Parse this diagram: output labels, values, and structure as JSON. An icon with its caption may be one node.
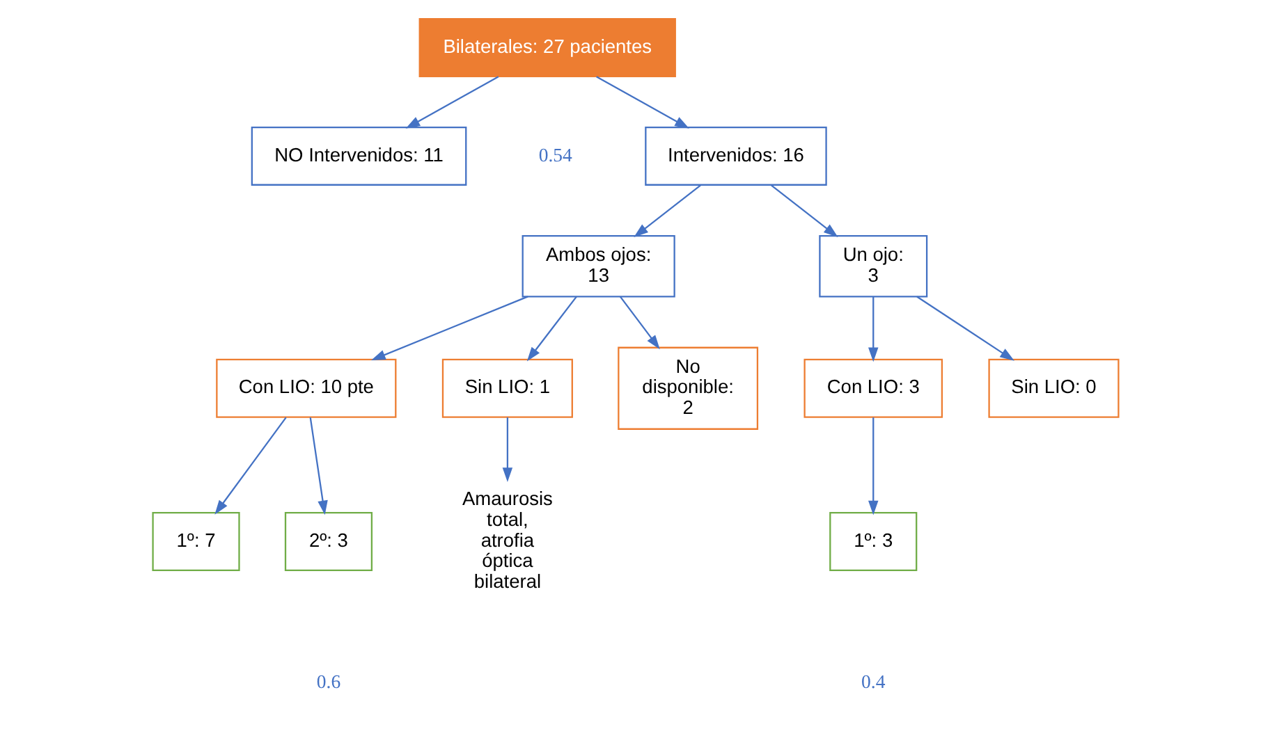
{
  "diagram": {
    "nodes": [
      {
        "text": [
          "Bilaterales: 27 pacientes"
        ]
      },
      {
        "text": [
          "Intervenidos: 16"
        ]
      },
      {
        "text": [
          "NO Intervenidos: 11"
        ]
      },
      {
        "text": [
          "Ambos ojos: 13"
        ]
      },
      {
        "text": [
          "Un ojo: 3"
        ]
      },
      {
        "text": [
          "Con LIO: 10 pte"
        ]
      },
      {
        "text": [
          "Sin LIO: 1"
        ]
      },
      {
        "text": [
          "No disponible: 2"
        ]
      },
      {
        "text": [
          "1º: 7"
        ]
      },
      {
        "text": [
          "2º: 3"
        ]
      },
      {
        "text": [
          "Amaurosis total, atrofia óptica bilateral"
        ]
      },
      {
        "text": [
          "Con LIO: 3"
        ]
      },
      {
        "text": [
          "Sin LIO: 0"
        ]
      },
      {
        "text": [
          "1º: 3"
        ]
      }
    ],
    "edges": [
      {
        "from": 0,
        "to": 1,
        "arrow": "to"
      },
      {
        "from": 0,
        "to": 2,
        "arrow": "to"
      },
      {
        "from": 1,
        "to": 3,
        "arrow": "to"
      },
      {
        "from": 1,
        "to": 4,
        "arrow": "to"
      },
      {
        "from": 3,
        "to": 5,
        "arrow": "to"
      },
      {
        "from": 3,
        "to": 6,
        "arrow": "to"
      },
      {
        "from": 3,
        "to": 7,
        "arrow": "to"
      },
      {
        "from": 5,
        "to": 8,
        "arrow": "to"
      },
      {
        "from": 5,
        "to": 9,
        "arrow": "to"
      },
      {
        "from": 6,
        "to": 10,
        "arrow": "to"
      },
      {
        "from": 4,
        "to": 11,
        "arrow": "to"
      },
      {
        "from": 4,
        "to": 12,
        "arrow": "to"
      },
      {
        "from": 11,
        "to": 13,
        "arrow": "to"
      }
    ],
    "labels": [
      "0.54",
      "0.6",
      "0.4"
    ]
  }
}
